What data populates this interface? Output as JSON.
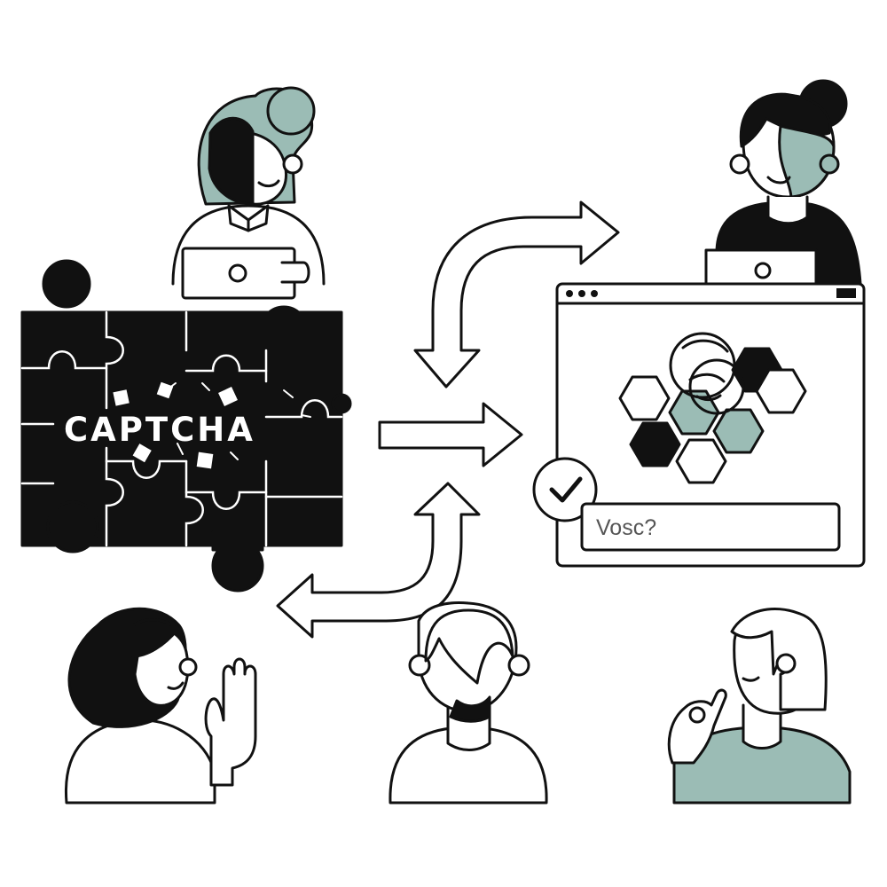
{
  "puzzle": {
    "label": "CAPTCHA"
  },
  "browser_window": {
    "input": {
      "text": "Vosc?"
    }
  },
  "colors": {
    "ink": "#111111",
    "accent_sage": "#9bbcb5",
    "background": "#ffffff"
  },
  "icons": [
    "puzzle-pieces",
    "browser-window",
    "checkmark-icon",
    "hexagon-grid",
    "laptop",
    "arrows"
  ]
}
